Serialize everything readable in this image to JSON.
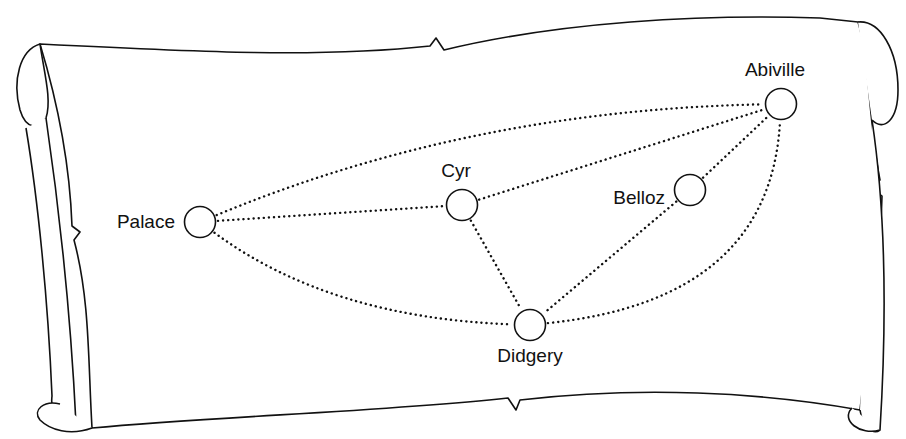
{
  "diagram": {
    "nodes": [
      {
        "text": [
          "Abiville"
        ]
      },
      {
        "text": [
          "Cyr"
        ]
      },
      {
        "text": [
          "Belloz"
        ]
      },
      {
        "text": [
          "Palace"
        ]
      },
      {
        "text": [
          "Didgery"
        ]
      }
    ],
    "edges": [
      {
        "from": 3,
        "to": 0,
        "arrow": "none"
      },
      {
        "from": 3,
        "to": 1,
        "arrow": "none"
      },
      {
        "from": 3,
        "to": 4,
        "arrow": "none"
      },
      {
        "from": 1,
        "to": 0,
        "arrow": "none"
      },
      {
        "from": 1,
        "to": 4,
        "arrow": "none"
      },
      {
        "from": 2,
        "to": 0,
        "arrow": "none"
      },
      {
        "from": 2,
        "to": 4,
        "arrow": "none"
      },
      {
        "from": 4,
        "to": 0,
        "arrow": "none"
      }
    ]
  }
}
